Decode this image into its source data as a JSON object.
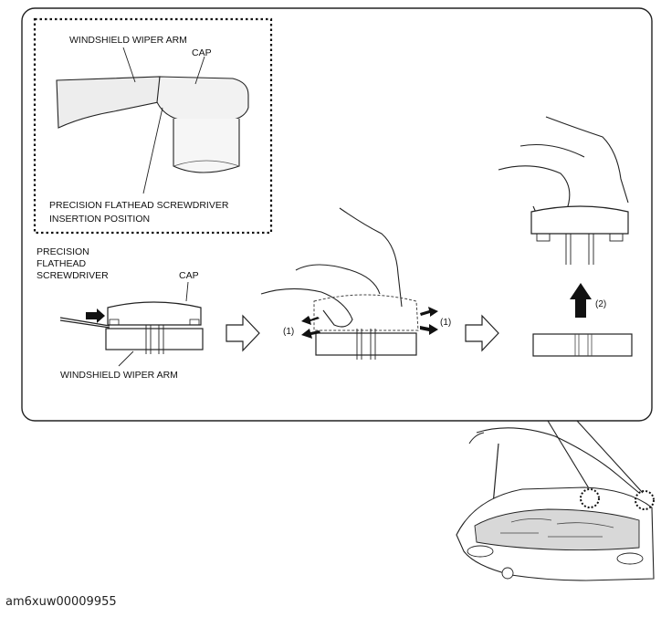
{
  "inset": {
    "wiper_arm_label": "WINDSHIELD WIPER ARM",
    "cap_label": "CAP",
    "insertion_label_line1": "PRECISION FLATHEAD SCREWDRIVER",
    "insertion_label_line2": "INSERTION POSITION"
  },
  "step1": {
    "screwdriver_line1": "PRECISION",
    "screwdriver_line2": "FLATHEAD",
    "screwdriver_line3": "SCREWDRIVER",
    "cap_label": "CAP",
    "wiper_arm_label": "WINDSHIELD WIPER ARM"
  },
  "step2": {
    "marker_left": "(1)",
    "marker_right": "(1)"
  },
  "step3": {
    "marker": "(2)"
  },
  "document_code": "am6xuw00009955"
}
